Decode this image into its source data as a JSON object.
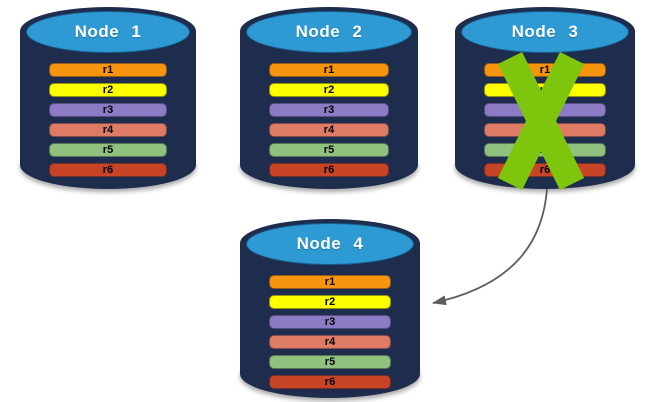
{
  "diagram": {
    "colors": {
      "background": "#FFFFFF",
      "cylinder_body": "#1E2C4D",
      "cylinder_top": "#2D9AD3",
      "node_title_text": "#FFFFFF",
      "record_text": "#000000",
      "failure_x": "#7EC50E",
      "arrow": "#5E5E5E"
    },
    "failure": {
      "node": "Node 3",
      "symbol": "X"
    },
    "arrow": {
      "from": "Node 3",
      "to": "Node 4"
    },
    "nodes": [
      {
        "title": "Node 1",
        "failed": false,
        "records": [
          {
            "label": "r1",
            "color": "#F7940E"
          },
          {
            "label": "r2",
            "color": "#FDFD00"
          },
          {
            "label": "r3",
            "color": "#8C7BC4"
          },
          {
            "label": "r4",
            "color": "#DE7B64"
          },
          {
            "label": "r5",
            "color": "#90C17E"
          },
          {
            "label": "r6",
            "color": "#C74427"
          }
        ]
      },
      {
        "title": "Node 2",
        "failed": false,
        "records": [
          {
            "label": "r1",
            "color": "#F7940E"
          },
          {
            "label": "r2",
            "color": "#FDFD00"
          },
          {
            "label": "r3",
            "color": "#8C7BC4"
          },
          {
            "label": "r4",
            "color": "#DE7B64"
          },
          {
            "label": "r5",
            "color": "#90C17E"
          },
          {
            "label": "r6",
            "color": "#C74427"
          }
        ]
      },
      {
        "title": "Node 3",
        "failed": true,
        "records": [
          {
            "label": "r1",
            "color": "#F7940E"
          },
          {
            "label": "r2",
            "color": "#FDFD00"
          },
          {
            "label": "r3",
            "color": "#8C7BC4"
          },
          {
            "label": "r4",
            "color": "#DE7B64"
          },
          {
            "label": "r5",
            "color": "#90C17E"
          },
          {
            "label": "r6",
            "color": "#C74427"
          }
        ]
      },
      {
        "title": "Node 4",
        "failed": false,
        "records": [
          {
            "label": "r1",
            "color": "#F7940E"
          },
          {
            "label": "r2",
            "color": "#FDFD00"
          },
          {
            "label": "r3",
            "color": "#8C7BC4"
          },
          {
            "label": "r4",
            "color": "#DE7B64"
          },
          {
            "label": "r5",
            "color": "#90C17E"
          },
          {
            "label": "r6",
            "color": "#C74427"
          }
        ]
      }
    ]
  }
}
